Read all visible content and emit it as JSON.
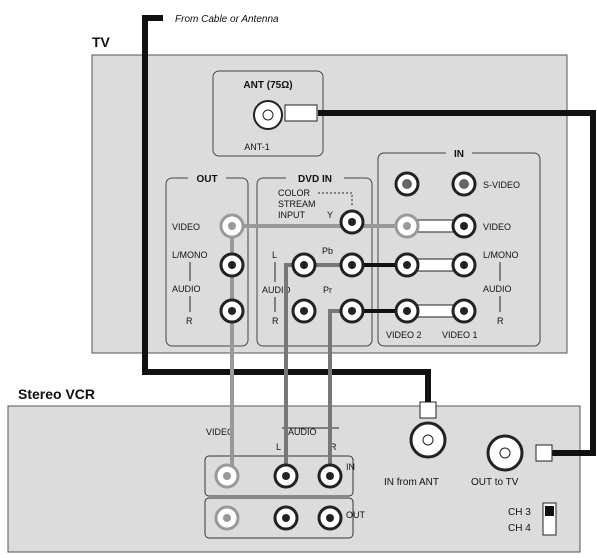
{
  "source_label": "From Cable or Antenna",
  "tv": {
    "title": "TV",
    "ant": {
      "title": "ANT (75Ω)",
      "sub": "ANT-1"
    },
    "out": {
      "title": "OUT",
      "video": "VIDEO",
      "lmono": "L/MONO",
      "audio": "AUDIO",
      "r": "R"
    },
    "dvd_in": {
      "title": "DVD IN",
      "color1": "COLOR",
      "color2": "STREAM",
      "color3": "INPUT",
      "y": "Y",
      "pb": "Pb",
      "pr": "Pr",
      "l": "L",
      "audio": "AUDIO",
      "r": "R"
    },
    "in": {
      "title": "IN",
      "svideo": "S-VIDEO",
      "video": "VIDEO",
      "lmono": "L/MONO",
      "audio": "AUDIO",
      "r": "R",
      "video2": "VIDEO 2",
      "video1": "VIDEO 1"
    }
  },
  "vcr": {
    "title": "Stereo VCR",
    "video": "VIDEO",
    "audio": "AUDIO",
    "l": "L",
    "r": "R",
    "in": "IN",
    "out": "OUT",
    "in_from_ant": "IN from ANT",
    "out_to_tv": "OUT to TV",
    "ch3": "CH 3",
    "ch4": "CH 4"
  }
}
